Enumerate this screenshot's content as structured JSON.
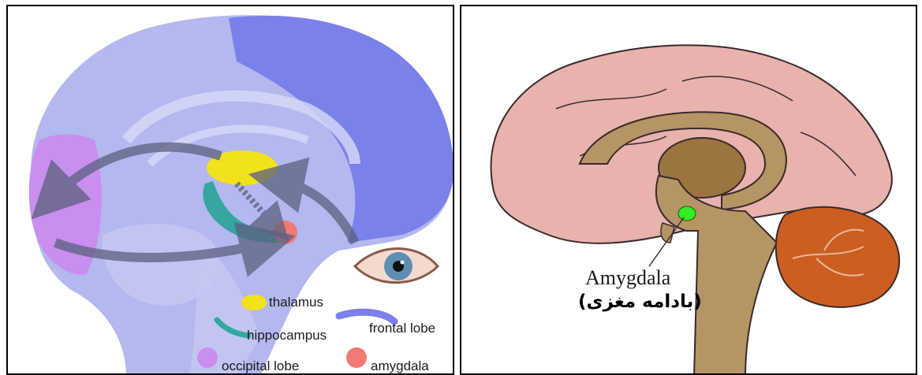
{
  "left_panel": {
    "legend": {
      "thalamus": "thalamus",
      "hippocampus": "hippocampus",
      "frontal_lobe": "frontal lobe",
      "occipital_lobe": "occipital lobe",
      "amygdala": "amygdala"
    },
    "colors": {
      "brain_base": "#b3b8ef",
      "frontal_lobe": "#7b80ea",
      "occipital_lobe": "#c98ef0",
      "thalamus": "#f2e21a",
      "hippocampus": "#35a6a0",
      "amygdala": "#f27a74",
      "arrows": "#5c6080"
    }
  },
  "right_panel": {
    "label_en": "Amygdala",
    "label_fa": "(بادامه مغزی)",
    "colors": {
      "cortex": "#e8b2ae",
      "inner_tan": "#b59565",
      "thalamus_core": "#9c7440",
      "cerebellum": "#cc5e22",
      "amygdala_highlight": "#33ee22"
    }
  }
}
